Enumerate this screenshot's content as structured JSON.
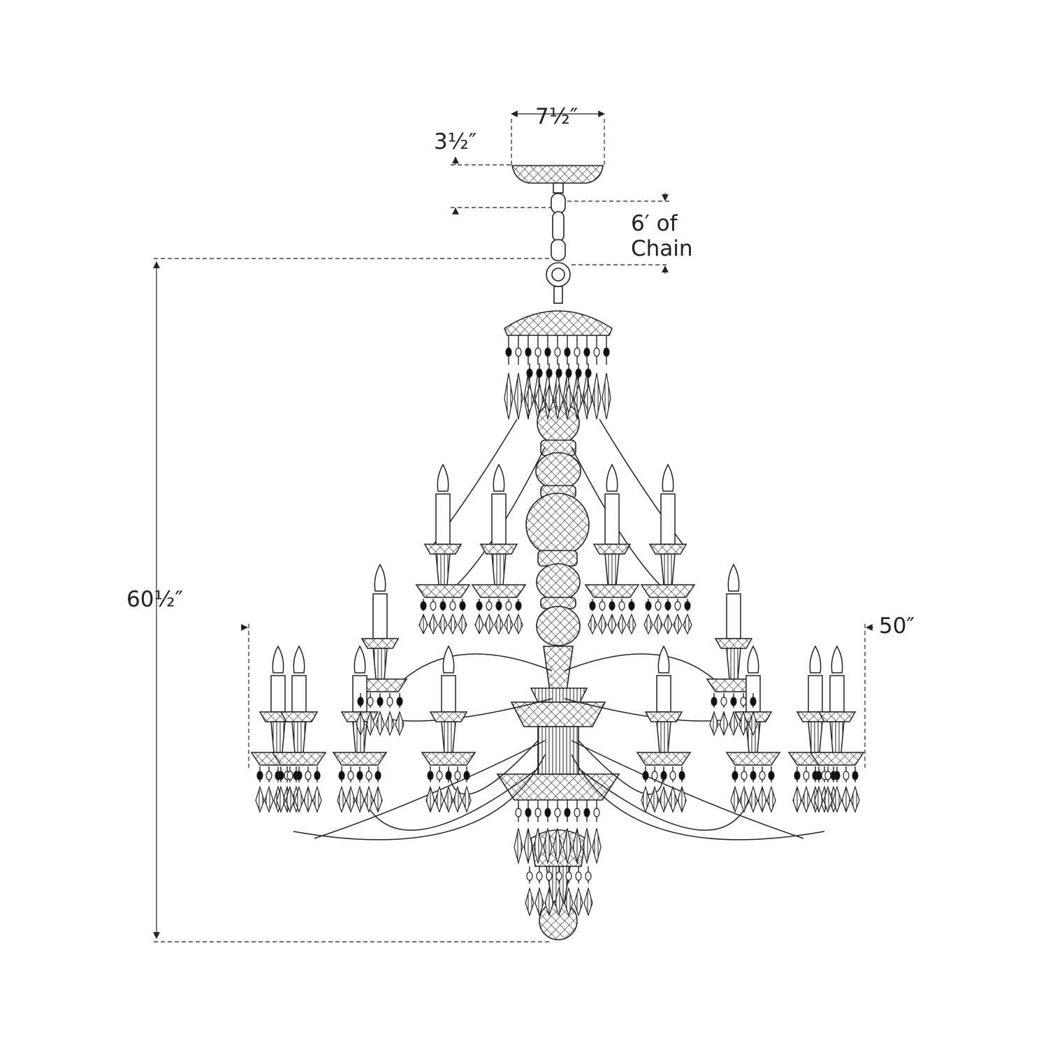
{
  "dimensions": {
    "canopy_width": "7½″",
    "canopy_height": "3½″",
    "chain_line1": "6′ of",
    "chain_line2": "Chain",
    "overall_height": "60½″",
    "overall_width": "50″"
  },
  "colors": {
    "line": "#222222",
    "dash": "#555555",
    "background": "#ffffff"
  }
}
